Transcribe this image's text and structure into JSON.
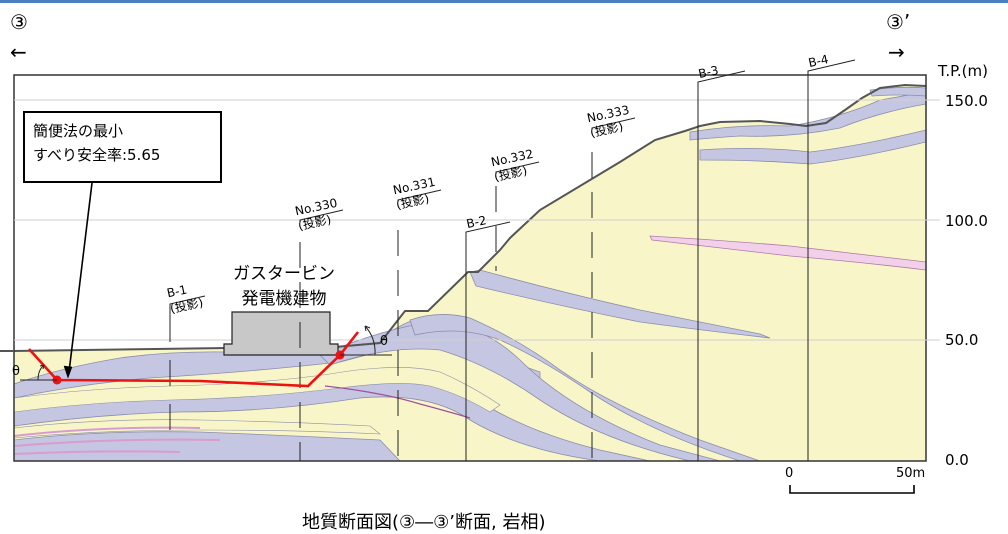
{
  "section_left": "③",
  "section_right": "③’",
  "arrow_left": "←",
  "arrow_right": "→",
  "elevation_unit": "T.P.(m)",
  "elevation_ticks": [
    "150.0",
    "100.0",
    "50.0",
    "0.0"
  ],
  "callout": {
    "line1": "簡便法の最小",
    "line2": "すべり安全率:5.65"
  },
  "building_label": {
    "line1": "ガスタービン",
    "line2": "発電機建物"
  },
  "boreholes": [
    {
      "name": "B-1",
      "note": "(投影)"
    },
    {
      "name": "B-2"
    },
    {
      "name": "B-3"
    },
    {
      "name": "B-4"
    }
  ],
  "projection_lines": [
    {
      "name": "No.330",
      "note": "(投影)"
    },
    {
      "name": "No.331",
      "note": "(投影)"
    },
    {
      "name": "No.332",
      "note": "(投影)"
    },
    {
      "name": "No.333",
      "note": "(投影)"
    }
  ],
  "theta": "θ",
  "scale_bar": {
    "start": "0",
    "end": "50m"
  },
  "caption": "地質断面図(③―③’断面, 岩相)",
  "colors": {
    "sandstone": "#f8f6c8",
    "shale": "#c5c6e2",
    "tuff": "#f3d0ea",
    "slip_line": "#ee1111",
    "building": "#c8c8c8",
    "grid": "#d8d8d8"
  }
}
